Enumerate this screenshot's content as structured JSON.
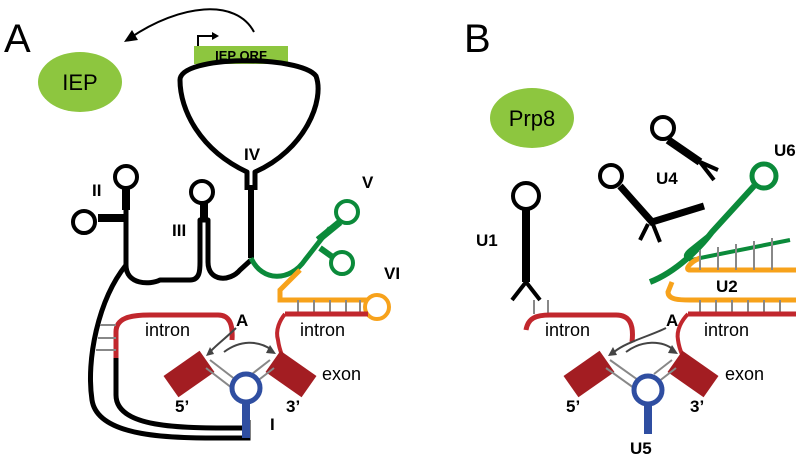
{
  "panel_a": {
    "letter": "A",
    "protein": "IEP",
    "orf_label": "IEP ORF",
    "domains": [
      "I",
      "II",
      "III",
      "IV",
      "V",
      "VI"
    ],
    "intron_left": "intron",
    "intron_right": "intron",
    "exon": "exon",
    "branch": "A",
    "five_prime": "5’",
    "three_prime": "3’"
  },
  "panel_b": {
    "letter": "B",
    "protein": "Prp8",
    "snrnas": [
      "U1",
      "U2",
      "U4",
      "U5",
      "U6"
    ],
    "intron_left": "intron",
    "intron_right": "intron",
    "exon": "exon",
    "branch": "A",
    "five_prime": "5’",
    "three_prime": "3’"
  },
  "colors": {
    "protein": "#8dc63f",
    "intron": "#c1272d",
    "domain_v": "#0b8a3a",
    "domain_vi": "#f7a21b",
    "domain_i": "#2f4ea1",
    "pairing": "#888888"
  }
}
